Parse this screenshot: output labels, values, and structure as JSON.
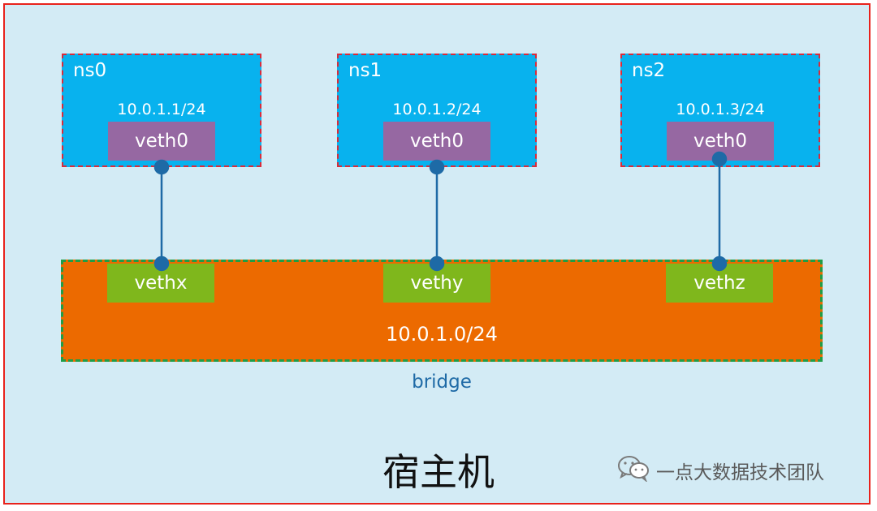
{
  "host": {
    "title": "宿主机"
  },
  "namespaces": [
    {
      "name": "ns0",
      "ip": "10.0.1.1/24",
      "interface": "veth0"
    },
    {
      "name": "ns1",
      "ip": "10.0.1.2/24",
      "interface": "veth0"
    },
    {
      "name": "ns2",
      "ip": "10.0.1.3/24",
      "interface": "veth0"
    }
  ],
  "bridge": {
    "label": "bridge",
    "subnet": "10.0.1.0/24",
    "ports": [
      "vethx",
      "vethy",
      "vethz"
    ]
  },
  "watermark": {
    "text": "一点大数据技术团队",
    "icon": "wechat-icon"
  },
  "colors": {
    "host_bg": "#d3ebf5",
    "host_border": "#e8221c",
    "namespace_bg": "#08b2ee",
    "namespace_border": "#d92b3a",
    "namespace_iface": "#9668a2",
    "bridge_bg": "#ec6a00",
    "bridge_border": "#1f9d47",
    "bridge_port": "#7fb71c",
    "link": "#1e6aa6"
  }
}
